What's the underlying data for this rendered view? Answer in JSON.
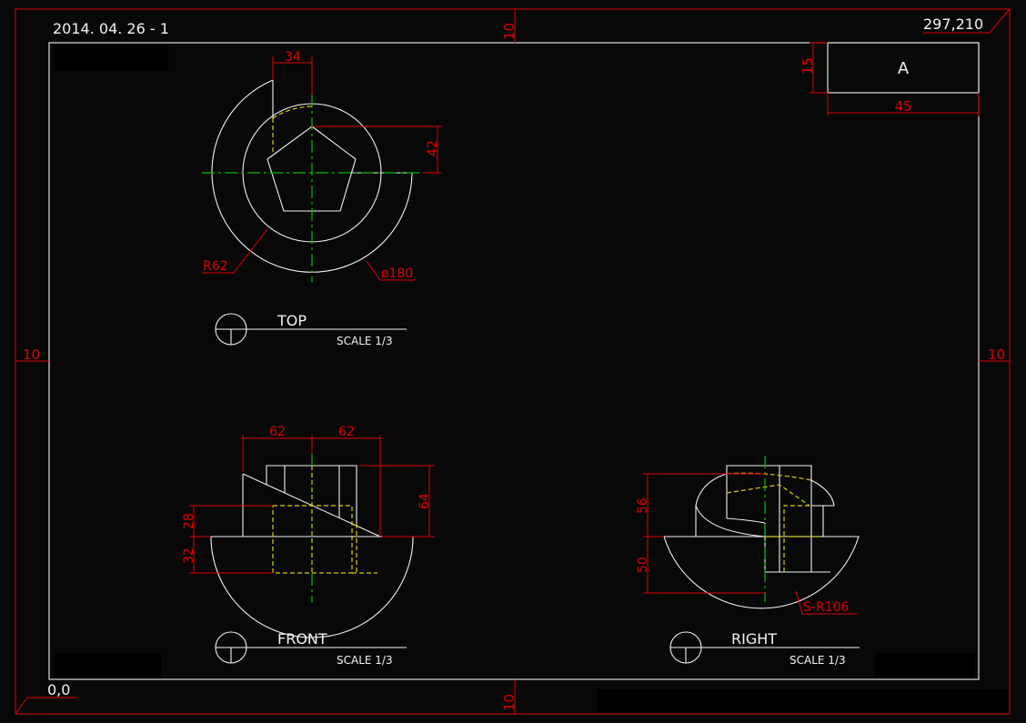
{
  "drawing": {
    "date_label": "2014. 04. 26 - 1",
    "corner_top_right": "297,210",
    "corner_bottom_left": "0,0",
    "margins": {
      "top": "10",
      "bottom": "10",
      "left": "10",
      "right": "10"
    },
    "colors": {
      "background": "#080808",
      "geometry": "#f2f2f2",
      "dimension": "#e00000",
      "centerline": "#00c000",
      "hidden": "#d8d000"
    }
  },
  "title_block": {
    "label": "A",
    "height_dim": "15",
    "width_dim": "45"
  },
  "top_view": {
    "name": "TOP",
    "scale": "SCALE 1/3",
    "dims": {
      "width": "34",
      "height": "42",
      "radius": "R62",
      "diameter": "ø180"
    }
  },
  "front_view": {
    "name": "FRONT",
    "scale": "SCALE 1/3",
    "dims": {
      "left_width": "62",
      "right_width": "62",
      "height": "64",
      "upper": "28",
      "lower": "32"
    }
  },
  "right_view": {
    "name": "RIGHT",
    "scale": "SCALE 1/3",
    "dims": {
      "upper": "56",
      "lower": "50",
      "sphere_radius": "S-R106"
    }
  }
}
